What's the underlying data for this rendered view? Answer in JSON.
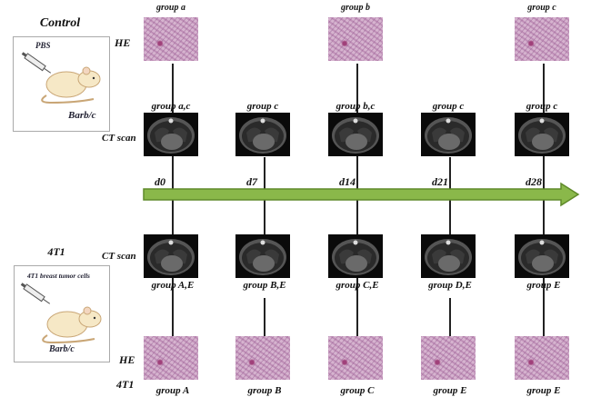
{
  "control": {
    "title": "Control",
    "injection": "PBS",
    "strain": "Barb/c"
  },
  "tumor": {
    "title": "4T1",
    "injection": "4T1 breast tumor cells",
    "strain": "Barb/c"
  },
  "row_labels": {
    "he_top": "HE",
    "ct_top": "CT scan",
    "ct_bottom": "CT scan",
    "he_bottom": "HE",
    "he_bottom_sub": "4T1"
  },
  "days": [
    "d0",
    "d7",
    "d14",
    "d21",
    "d28"
  ],
  "top_he": [
    "group a",
    "group b",
    "group c"
  ],
  "top_ct": [
    "group a,c",
    "group c",
    "group b,c",
    "group c",
    "group c"
  ],
  "bottom_ct": [
    "group A,E",
    "group B,E",
    "group C,E",
    "group D,E",
    "group E"
  ],
  "bottom_he": [
    "group A",
    "group B",
    "group C",
    "group E",
    "group E"
  ],
  "colors": {
    "arrow": "#8ab84a",
    "arrow_border": "#5f8a2a"
  }
}
